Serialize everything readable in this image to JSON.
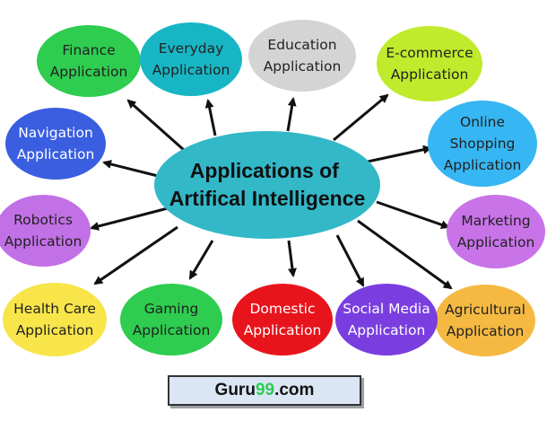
{
  "center": {
    "lines": [
      "Applications of",
      "Artifical Intelligence"
    ],
    "color": "#33b8c8"
  },
  "nodes": [
    {
      "id": "finance",
      "lines": [
        "Finance",
        "Application"
      ],
      "color": "#2ecc4f",
      "text_color": "#222222"
    },
    {
      "id": "everyday",
      "lines": [
        "Everyday",
        "Application"
      ],
      "color": "#18b6c4",
      "text_color": "#222222"
    },
    {
      "id": "education",
      "lines": [
        "Education",
        "Application"
      ],
      "color": "#d4d4d4",
      "text_color": "#222222"
    },
    {
      "id": "ecommerce",
      "lines": [
        "E-commerce",
        "Application"
      ],
      "color": "#c0ea2c",
      "text_color": "#222222"
    },
    {
      "id": "online-shopping",
      "lines": [
        "Online",
        "Shopping",
        "Application"
      ],
      "color": "#36b6f2",
      "text_color": "#222222"
    },
    {
      "id": "marketing",
      "lines": [
        "Marketing",
        "Application"
      ],
      "color": "#c873e8",
      "text_color": "#222222"
    },
    {
      "id": "agricultural",
      "lines": [
        "Agricultural",
        "Application"
      ],
      "color": "#f5b942",
      "text_color": "#222222"
    },
    {
      "id": "social-media",
      "lines": [
        "Social Media",
        "Application"
      ],
      "color": "#7a3ee0",
      "text_color": "#ffffff"
    },
    {
      "id": "domestic",
      "lines": [
        "Domestic",
        "Application"
      ],
      "color": "#e8141c",
      "text_color": "#ffffff"
    },
    {
      "id": "gaming",
      "lines": [
        "Gaming",
        "Application"
      ],
      "color": "#2ecc4f",
      "text_color": "#222222"
    },
    {
      "id": "health-care",
      "lines": [
        "Health Care",
        "Application"
      ],
      "color": "#f7e54a",
      "text_color": "#222222"
    },
    {
      "id": "robotics",
      "lines": [
        "Robotics",
        "Application"
      ],
      "color": "#c270e6",
      "text_color": "#222222"
    },
    {
      "id": "navigation",
      "lines": [
        "Navigation",
        "Application"
      ],
      "color": "#3a5ee0",
      "text_color": "#ffffff"
    }
  ],
  "brand": {
    "prefix": "Guru",
    "highlight": "99",
    "suffix": ".com",
    "highlight_color": "#2ecc4f"
  }
}
